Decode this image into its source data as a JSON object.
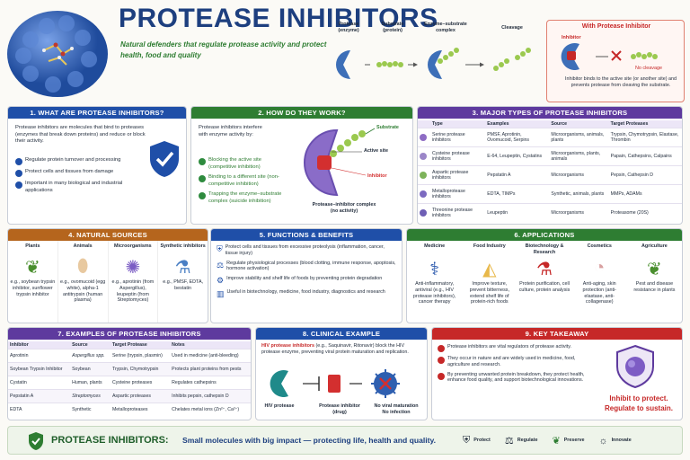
{
  "title": "PROTEASE INHIBITORS",
  "subtitle": "Natural defenders that regulate protease activity and protect health, food and quality",
  "mechanism": {
    "protease": "Protease\n(enzyme)",
    "substrate": "Substrate\n(protein)",
    "complex": "Enzyme–substrate\ncomplex",
    "cleavage": "Cleavage"
  },
  "with_inhibitor": {
    "title": "With Protease Inhibitor",
    "inhibitor": "Inhibitor",
    "no_cleavage": "No cleavage",
    "text": "Inhibitor binds to the active site (or another site) and prevents protease from cleaving the substrate."
  },
  "s1": {
    "title": "1. WHAT ARE PROTEASE INHIBITORS?",
    "intro": "Protease inhibitors are molecules that bind to proteases (enzymes that break down proteins) and reduce or block their activity.",
    "items": [
      "Regulate protein turnover and processing",
      "Protect cells and tissues from damage",
      "Important in many biological and industrial applications"
    ]
  },
  "s2": {
    "title": "2. HOW DO THEY WORK?",
    "intro": "Protease inhibitors interfere with enzyme activity by:",
    "items": [
      "Blocking the active site (competitive inhibition)",
      "Binding to a different site (non-competitive inhibition)",
      "Trapping the enzyme–substrate complex (suicide inhibition)"
    ],
    "substrate": "Substrate",
    "active_site": "Active site",
    "inhibitor": "Inhibitor",
    "complex": "Protease–inhibitor complex\n(no activity)"
  },
  "s3": {
    "title": "3. MAJOR TYPES OF PROTEASE INHIBITORS",
    "headers": [
      "Type",
      "Examples",
      "Source",
      "Target Proteases"
    ],
    "rows": [
      [
        "Serine protease inhibitors",
        "PMSF, Aprotinin, Ovomucoid, Serpins",
        "Microorganisms, animals, plants",
        "Trypsin, Chymotrypsin, Elastase, Thrombin"
      ],
      [
        "Cysteine protease inhibitors",
        "E-64, Leupeptin, Cystatins",
        "Microorganisms, plants, animals",
        "Papain, Cathepsins, Calpains"
      ],
      [
        "Aspartic protease inhibitors",
        "Pepstatin A",
        "Microorganisms",
        "Pepsin, Cathepsin D"
      ],
      [
        "Metalloprotease inhibitors",
        "EDTA, TIMPs",
        "Synthetic, animals, plants",
        "MMPs, ADAMs"
      ],
      [
        "Threonine protease inhibitors",
        "Leupeptin",
        "Microorganisms",
        "Proteasome (20S)"
      ]
    ],
    "colors": [
      "#8e6cc4",
      "#9b86c8",
      "#7db35a",
      "#7c6ac0",
      "#6e5fb5"
    ]
  },
  "s4": {
    "title": "4. NATURAL SOURCES",
    "cols": [
      {
        "name": "Plants",
        "text": "e.g., soybean trypsin inhibitor, sunflower trypsin inhibitor"
      },
      {
        "name": "Animals",
        "text": "e.g., ovomucoid (egg white), alpha-1 antitrypsin (human plasma)"
      },
      {
        "name": "Microorganisms",
        "text": "e.g., aprotinin (from Aspergillus), leupeptin (from Streptomyces)"
      },
      {
        "name": "Synthetic inhibitors",
        "text": "e.g., PMSF, EDTA, bestatin"
      }
    ]
  },
  "s5": {
    "title": "5. FUNCTIONS & BENEFITS",
    "items": [
      "Protect cells and tissues from excessive proteolysis (inflammation, cancer, tissue injury)",
      "Regulate physiological processes (blood clotting, immune response, apoptosis, hormone activation)",
      "Improve stability and shelf life of foods by preventing protein degradation",
      "Useful in biotechnology, medicine, food industry, diagnostics and research"
    ]
  },
  "s6": {
    "title": "6. APPLICATIONS",
    "cols": [
      {
        "name": "Medicine",
        "text": "Anti-inflammatory, antiviral (e.g., HIV protease inhibitors), cancer therapy"
      },
      {
        "name": "Food Industry",
        "text": "Improve texture, prevent bitterness, extend shelf life of protein-rich foods"
      },
      {
        "name": "Biotechnology & Research",
        "text": "Protein purification, cell culture, protein analysis"
      },
      {
        "name": "Cosmetics",
        "text": "Anti-aging, skin protection (anti-elastase, anti-collagenase)"
      },
      {
        "name": "Agriculture",
        "text": "Pest and disease resistance in plants"
      }
    ]
  },
  "s7": {
    "title": "7. EXAMPLES OF PROTEASE INHIBITORS",
    "headers": [
      "Inhibitor",
      "Source",
      "Target Protease",
      "Notes"
    ],
    "rows": [
      [
        "Aprotinin",
        "Aspergillus spp.",
        "Serine (trypsin, plasmin)",
        "Used in medicine (anti-bleeding)"
      ],
      [
        "Soybean Trypsin Inhibitor",
        "Soybean",
        "Trypsin, Chymotrypsin",
        "Protects plant proteins from pests"
      ],
      [
        "Cystatin",
        "Human, plants",
        "Cysteine proteases",
        "Regulates cathepsins"
      ],
      [
        "Pepstatin A",
        "Streptomyces",
        "Aspartic proteases",
        "Inhibits pepsin, cathepsin D"
      ],
      [
        "EDTA",
        "Synthetic",
        "Metalloproteases",
        "Chelates metal ions (Zn²⁺, Ca²⁺)"
      ]
    ]
  },
  "s8": {
    "title": "8. CLINICAL EXAMPLE",
    "lead": "HIV protease inhibitors",
    "text": "(e.g., Saquinavir, Ritonavir) block the HIV protease enzyme, preventing viral protein maturation and replication.",
    "labels": [
      "HIV protease",
      "Protease inhibitor\n(drug)",
      "No viral maturation\nNo infection"
    ]
  },
  "s9": {
    "title": "9. KEY TAKEAWAY",
    "items": [
      "Protease inhibitors are vital regulators of protease activity.",
      "They occur in nature and are widely used in medicine, food, agriculture and research.",
      "By preventing unwanted protein breakdown, they protect health, enhance food quality, and support biotechnological innovations."
    ],
    "slogan1": "Inhibit to protect.",
    "slogan2": "Regulate to sustain."
  },
  "footer": {
    "title": "PROTEASE INHIBITORS:",
    "text": "Small molecules with big impact — protecting life, health and quality.",
    "actions": [
      "Protect",
      "Regulate",
      "Preserve",
      "Innovate"
    ]
  }
}
